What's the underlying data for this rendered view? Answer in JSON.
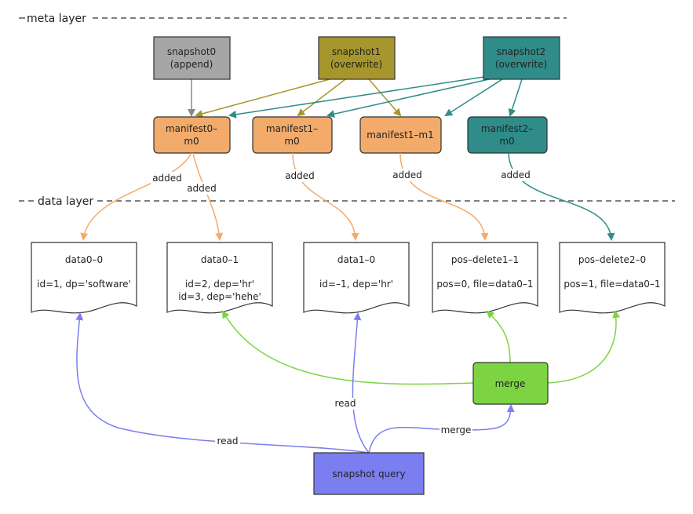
{
  "layers": {
    "meta": "meta layer",
    "data": "data layer"
  },
  "snapshots": [
    {
      "line1": "snapshot0",
      "line2": "(append)",
      "color": "#a6a6a6"
    },
    {
      "line1": "snapshot1",
      "line2": "(overwrite)",
      "color": "#a6962c"
    },
    {
      "line1": "snapshot2",
      "line2": "(overwrite)",
      "color": "#2f8c89"
    }
  ],
  "manifests": [
    {
      "line1": "manifest0–",
      "line2": "m0",
      "color": "#f2ab6b"
    },
    {
      "line1": "manifest1–",
      "line2": "m0",
      "color": "#f2ab6b"
    },
    {
      "line1": "manifest1–m1",
      "line2": "",
      "color": "#f2ab6b"
    },
    {
      "line1": "manifest2–",
      "line2": "m0",
      "color": "#2f8c89"
    }
  ],
  "edge_labels": {
    "added_0a": "added",
    "added_0b": "added",
    "added_1": "added",
    "added_2": "added",
    "added_3": "added",
    "read_left": "read",
    "read_mid": "read",
    "merge_edge": "merge"
  },
  "data_files": [
    {
      "title": "data0–0",
      "line1": "id=1, dp='software'",
      "line2": ""
    },
    {
      "title": "data0–1",
      "line1": "id=2, dep='hr'",
      "line2": "id=3, dep='hehe'"
    },
    {
      "title": "data1–0",
      "line1": "id=–1, dep='hr'",
      "line2": ""
    },
    {
      "title": "pos–delete1–1",
      "line1": "pos=0, file=data0–1",
      "line2": ""
    },
    {
      "title": "pos–delete2–0",
      "line1": "pos=1, file=data0–1",
      "line2": ""
    }
  ],
  "merge_box": {
    "label": "merge",
    "color": "#7dd443"
  },
  "query_box": {
    "label": "snapshot query",
    "color": "#7b7ef0"
  },
  "colors": {
    "gray": "#888888",
    "olive": "#a6962c",
    "teal": "#2f8c89",
    "orange": "#f2ab6b",
    "green": "#7dd443",
    "blue": "#7b7ef0"
  }
}
